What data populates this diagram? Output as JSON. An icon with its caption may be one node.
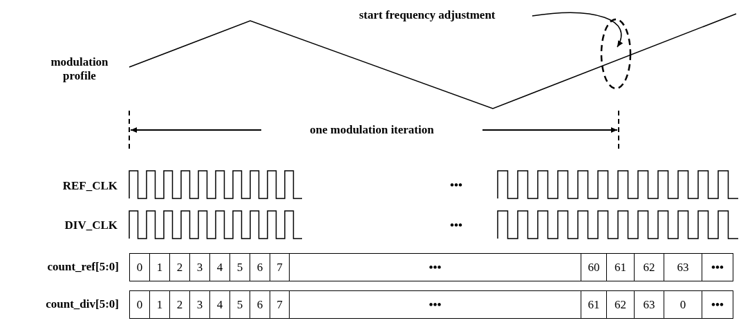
{
  "diagram": {
    "nodes": [
      {
        "text": [
          "start frequency adjustment"
        ]
      },
      {
        "text": [],
        "shape": "ellipse"
      }
    ],
    "edges": [
      {
        "from": 0,
        "to": 1,
        "arrow": "to"
      }
    ],
    "labels": [
      "modulation profile",
      "one modulation iteration",
      "REF_CLK",
      "•••",
      "DIV_CLK",
      "•••",
      "count_ref[5:0]",
      "0",
      "1",
      "2",
      "3",
      "4",
      "5",
      "6",
      "7",
      "•••",
      "60",
      "61",
      "62",
      "63",
      "•••",
      "count_div[5:0]",
      "0",
      "1",
      "2",
      "3",
      "4",
      "5",
      "6",
      "7",
      "•••",
      "61",
      "62",
      "63",
      "0",
      "•••"
    ]
  }
}
